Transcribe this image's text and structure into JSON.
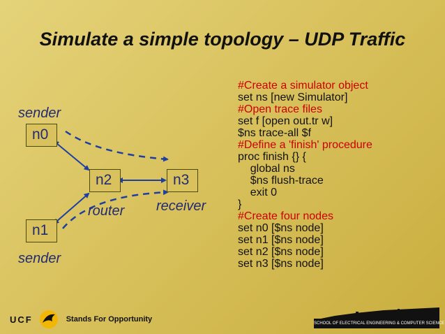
{
  "title": "Simulate a simple topology – UDP Traffic",
  "diagram": {
    "nodes": {
      "n0": "n0",
      "n1": "n1",
      "n2": "n2",
      "n3": "n3"
    },
    "labels": {
      "sender_top": "sender",
      "sender_bottom": "sender",
      "router": "router",
      "receiver": "receiver"
    }
  },
  "code": [
    {
      "text": "#Create a simulator object",
      "comment": true
    },
    {
      "text": "set ns [new Simulator]",
      "comment": false
    },
    {
      "text": "#Open trace files",
      "comment": true
    },
    {
      "text": "set f [open out.tr w]",
      "comment": false
    },
    {
      "text": "$ns trace-all $f",
      "comment": false
    },
    {
      "text": "#Define a 'finish' procedure",
      "comment": true
    },
    {
      "text": "proc finish {} {",
      "comment": false
    },
    {
      "text": "    global ns",
      "comment": false
    },
    {
      "text": "    $ns flush-trace",
      "comment": false
    },
    {
      "text": "    exit 0",
      "comment": false
    },
    {
      "text": "}",
      "comment": false
    },
    {
      "text": "#Create four nodes",
      "comment": true
    },
    {
      "text": "set n0 [$ns node]",
      "comment": false
    },
    {
      "text": "set n1 [$ns node]",
      "comment": false
    },
    {
      "text": "set n2 [$ns node]",
      "comment": false
    },
    {
      "text": "set n3 [$ns node]",
      "comment": false
    }
  ],
  "footer": {
    "ucf": "UCF",
    "tagline": "Stands For Opportunity",
    "school": "SCHOOL OF ELECTRICAL ENGINEERING & COMPUTER SCIENCE"
  },
  "colors": {
    "background": "#d9c25e",
    "link": "#1f3fa0",
    "node_text": "#222b70",
    "comment": "#cc0000"
  }
}
